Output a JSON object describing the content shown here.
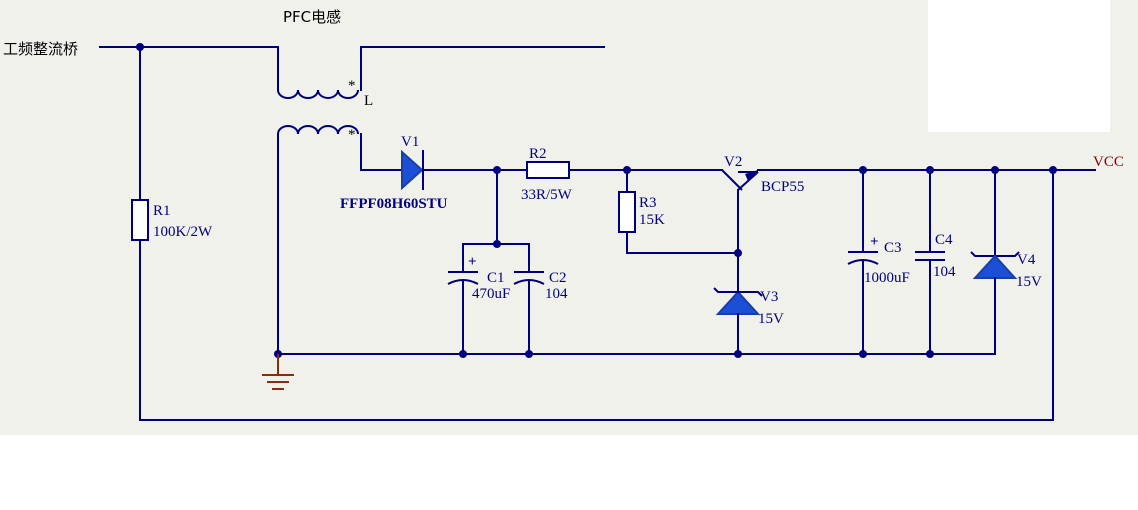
{
  "colors": {
    "wire": "#00007f",
    "diode_fill": "#1a4fd6",
    "ground": "#8a2b0a",
    "vcc_label": "#800000",
    "background": "#f1f1ec"
  },
  "labels": {
    "input": "工频整流桥",
    "inductor_title": "PFC电感",
    "inductor_ref": "L",
    "dot_mark": "*",
    "vcc": "VCC"
  },
  "components": {
    "r1": {
      "ref": "R1",
      "value": "100K/2W"
    },
    "v1": {
      "ref": "V1",
      "value": "FFPF08H60STU"
    },
    "r2": {
      "ref": "R2",
      "value": "33R/5W"
    },
    "r3": {
      "ref": "R3",
      "value": "15K"
    },
    "v2": {
      "ref": "V2",
      "value": "BCP55"
    },
    "c1": {
      "ref": "C1",
      "value": "470uF",
      "polarity": "+"
    },
    "c2": {
      "ref": "C2",
      "value": "104"
    },
    "v3": {
      "ref": "V3",
      "value": "15V"
    },
    "c3": {
      "ref": "C3",
      "value": "1000uF",
      "polarity": "+"
    },
    "c4": {
      "ref": "C4",
      "value": "104"
    },
    "v4": {
      "ref": "V4",
      "value": "15V"
    }
  }
}
